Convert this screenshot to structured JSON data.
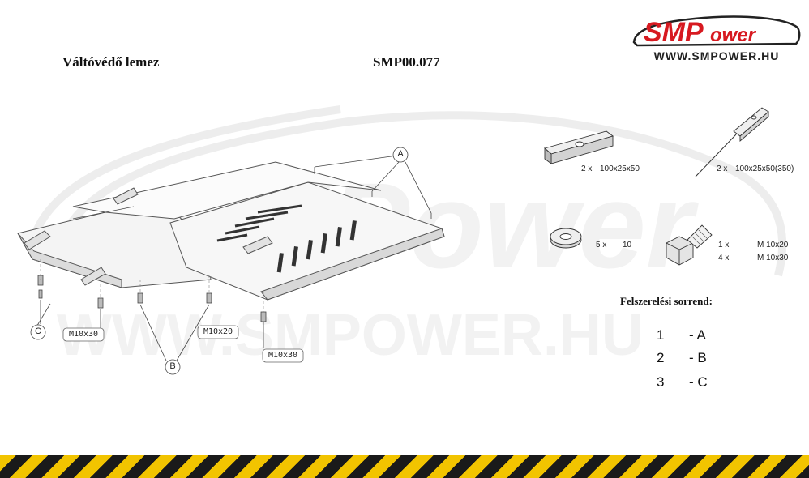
{
  "header": {
    "title": "Váltóvédő lemez",
    "part_number": "SMP00.077"
  },
  "logo": {
    "brand_sm": "SMP",
    "brand_ower": "ower",
    "url": "WWW.SMPOWER.HU"
  },
  "watermark": {
    "text": "WWW.SMPOWER.HU",
    "brand": "SMPower"
  },
  "callouts": {
    "a": "A",
    "b": "B",
    "c": "C",
    "bolt1": "M10x30",
    "bolt2": "M10x20",
    "bolt3": "M10x30"
  },
  "parts": {
    "plate_qty": "2 x",
    "plate_size": "100x25x50",
    "tab_qty": "2 x",
    "tab_size": "100x25x50(350)",
    "washer_qty": "5 x",
    "washer_size": "10",
    "bolt_qty_1": "1 x",
    "bolt_size_1": "M 10x20",
    "bolt_qty_2": "4 x",
    "bolt_size_2": "M 10x30"
  },
  "order": {
    "heading": "Felszerelési sorrend:",
    "rows": [
      {
        "num": "1",
        "step": "- A"
      },
      {
        "num": "2",
        "step": "- B"
      },
      {
        "num": "3",
        "step": "- C"
      }
    ]
  }
}
